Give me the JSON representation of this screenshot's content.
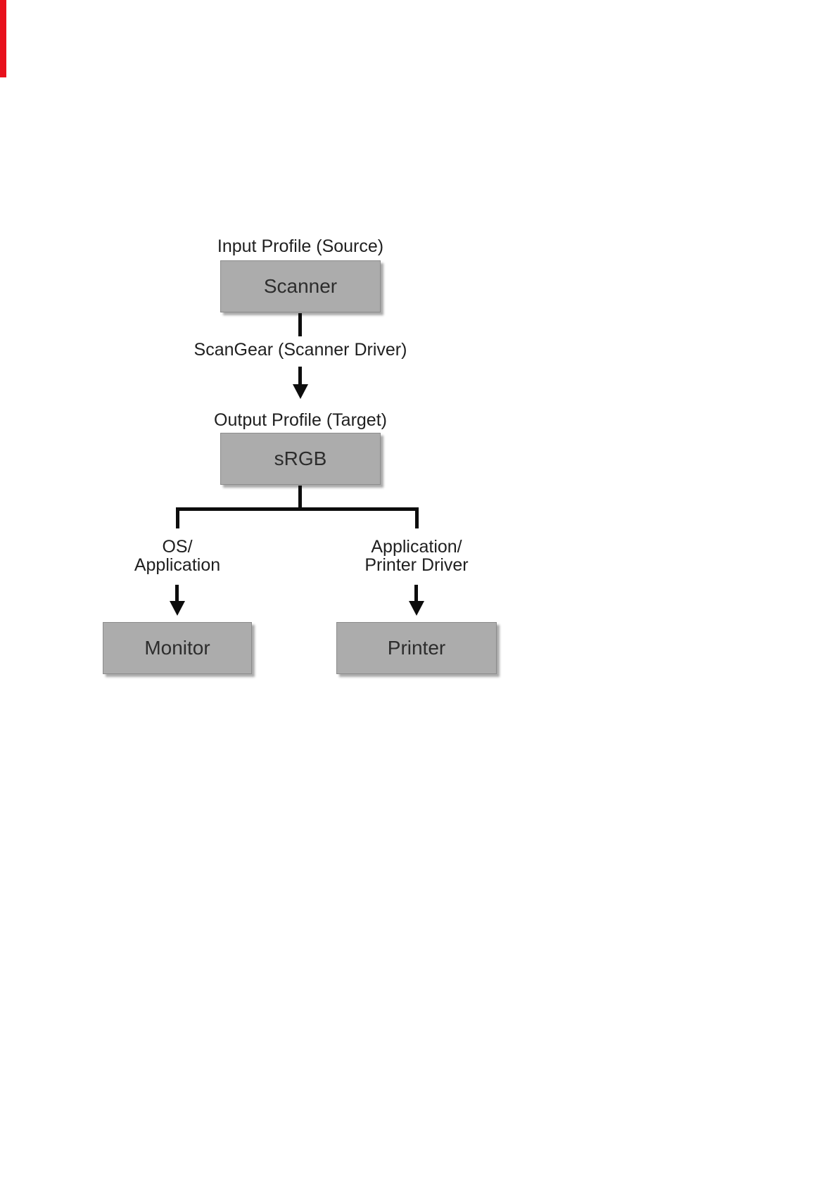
{
  "page": {
    "background": "#ffffff",
    "edge_marker_color": "#e8111c"
  },
  "colors": {
    "box_fill": "#acacac",
    "box_border": "#8c8c8c",
    "line": "#0d0d0d",
    "label_text": "#1f1f1f",
    "node_text": "#2d2d2d",
    "marker_red": "#e8111c"
  },
  "diagram": {
    "labels": {
      "input_profile": "Input Profile (Source)",
      "scangear": "ScanGear (Scanner Driver)",
      "output_profile": "Output Profile (Target)",
      "os_app_line1": "OS/",
      "os_app_line2": "Application",
      "app_printer_line1": "Application/",
      "app_printer_line2": "Printer Driver"
    },
    "nodes": {
      "scanner": "Scanner",
      "srgb": "sRGB",
      "monitor": "Monitor",
      "printer": "Printer"
    }
  }
}
